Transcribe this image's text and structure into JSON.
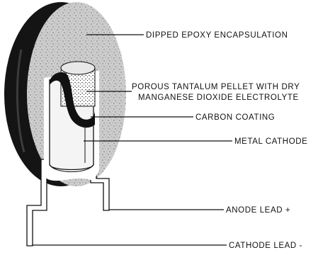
{
  "labels": {
    "epoxy": "DIPPED EPOXY ENCAPSULATION",
    "pellet_line1": "POROUS TANTALUM PELLET WITH DRY",
    "pellet_line2": "MANGANESE DIOXIDE ELECTROLYTE",
    "carbon": "CARBON COATING",
    "cathode_metal": "METAL CATHODE",
    "anode_lead": "ANODE LEAD +",
    "cathode_lead": "CATHODE LEAD -"
  },
  "colors": {
    "ink": "#111111",
    "epoxy_fill": "#c9c9c9",
    "shell_dark": "#141414",
    "metal": "#f4f4f4",
    "paper": "#ffffff"
  }
}
